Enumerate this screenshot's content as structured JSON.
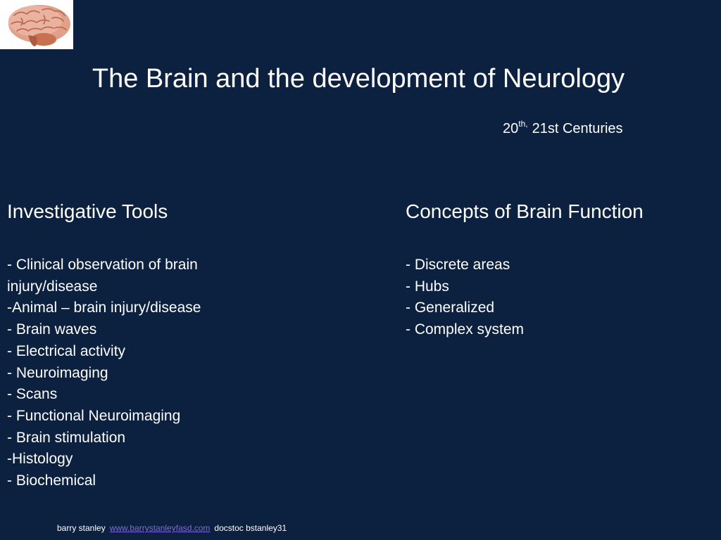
{
  "slide": {
    "title": "The Brain and the development of Neurology",
    "subtitle": {
      "number": "20",
      "superscript": "th,",
      "rest": "21st Centuries"
    }
  },
  "left_column": {
    "heading": "Investigative Tools",
    "items": [
      "- Clinical observation of brain injury/disease",
      "-Animal – brain injury/disease",
      "- Brain waves",
      "- Electrical activity",
      "- Neuroimaging",
      "- Scans",
      "- Functional Neuroimaging",
      "- Brain stimulation",
      "-Histology",
      "- Biochemical"
    ]
  },
  "right_column": {
    "heading": "Concepts of Brain Function",
    "items": [
      "- Discrete areas",
      "- Hubs",
      "- Generalized",
      "- Complex system"
    ]
  },
  "footer": {
    "author": "barry stanley",
    "link": "www.barrystanleyfasd.com",
    "extra": "docstoc bstanley31"
  },
  "colors": {
    "background": "#0c2040",
    "text": "#ffffff",
    "link": "#7f6ad9"
  },
  "icons": {
    "logo": "brain-image"
  }
}
